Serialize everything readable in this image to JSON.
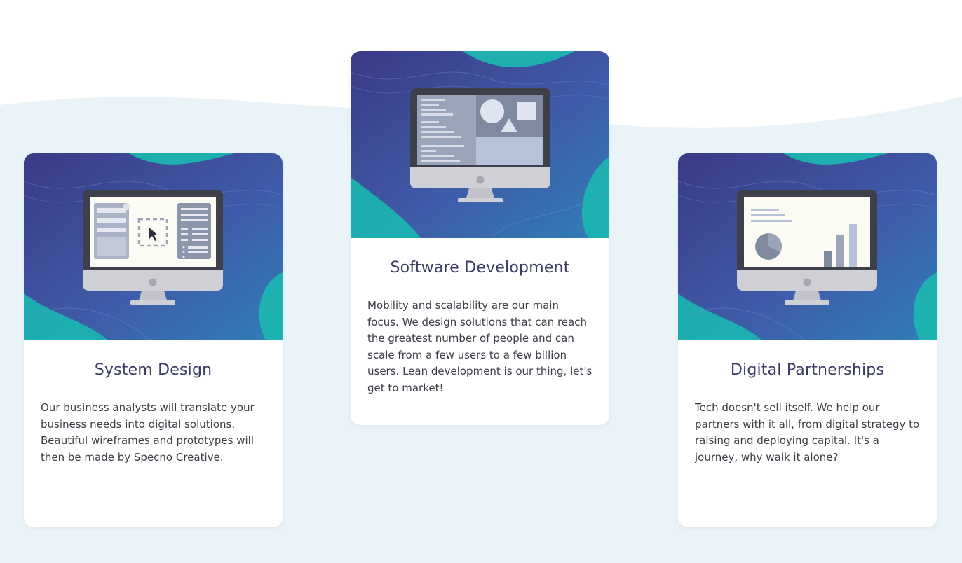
{
  "colors": {
    "background": "#eaf3f8",
    "card": "#ffffff",
    "title": "#3b3c66",
    "text": "#3c3c46",
    "gradient_dark": "#3a3a86",
    "gradient_mid": "#3f6cb0",
    "gradient_teal": "#19c1b2"
  },
  "cards": [
    {
      "title": "System Design",
      "text": "Our business analysts will translate your business needs into digital solutions. Beautiful wireframes and prototypes will then be made by Specno Creative.",
      "illustration": "imac-wireframe-illustration"
    },
    {
      "title": "Software Development",
      "text": "Mobility and scalability are our main focus. We design solutions that can reach the greatest number of people and can scale from a few users to a few billion users. Lean development is our thing, let's get to market!",
      "illustration": "imac-layout-illustration"
    },
    {
      "title": "Digital Partnerships",
      "text": "Tech doesn't sell itself. We help our partners with it all, from digital strategy to raising and deploying capital. It's a journey, why walk it alone?",
      "illustration": "imac-chart-illustration"
    }
  ]
}
